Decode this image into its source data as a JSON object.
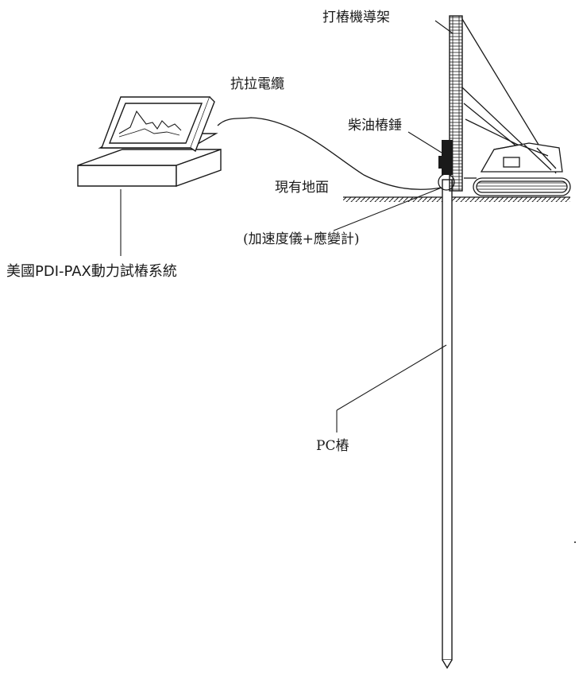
{
  "labels": {
    "pile_driver_guide": "打樁機導架",
    "tension_cable": "抗拉電纜",
    "diesel_hammer": "柴油樁錘",
    "ground_surface": "現有地面",
    "sensors": "(加速度儀+應變計)",
    "pda_system": "美國PDI-PAX動力試樁系統",
    "pc_pile": "PC樁"
  },
  "colors": {
    "line": "#1a1a1a",
    "background": "#ffffff"
  }
}
